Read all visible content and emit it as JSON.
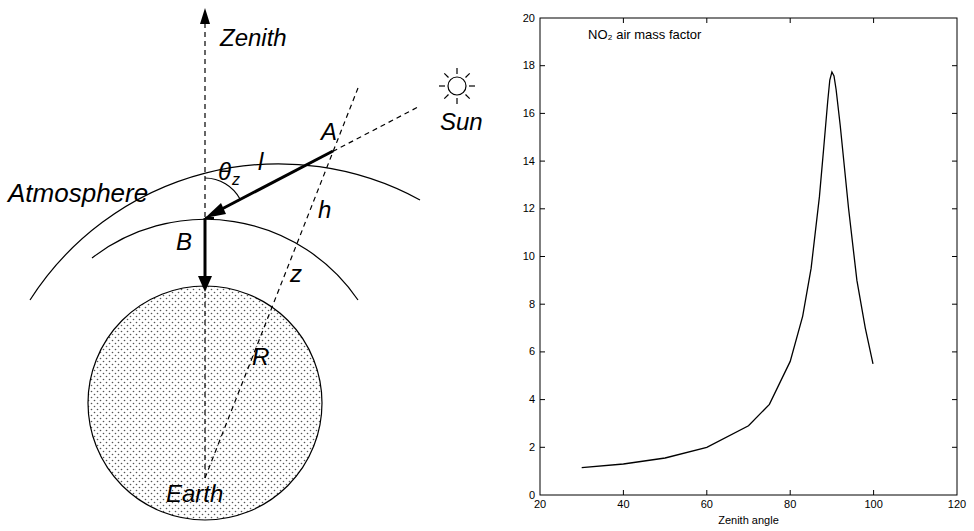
{
  "diagram": {
    "labels": [
      "Zenith",
      "θ",
      "z",
      "l",
      "A",
      "Sun",
      "Atmosphere",
      "B",
      "h",
      "z",
      "R",
      "Earth",
      "0",
      "2",
      "4",
      "6",
      "8",
      "10",
      "12",
      "14",
      "16",
      "18",
      "20",
      "20",
      "40",
      "60",
      "80",
      "100",
      "120",
      "NO₂ air mass factor",
      "Zenith angle"
    ]
  }
}
